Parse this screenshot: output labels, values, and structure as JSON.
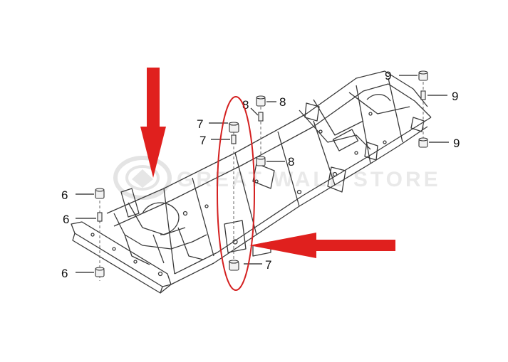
{
  "diagram": {
    "callouts": {
      "c6_top": "6",
      "c6_mid": "6",
      "c6_bot": "6",
      "c7_top": "7",
      "c7_mid": "7",
      "c7_bot": "7",
      "c8_top": "8",
      "c8_top2": "8",
      "c8_mid": "8",
      "c9_top": "9",
      "c9_mid": "9",
      "c9_bot": "9"
    },
    "colors": {
      "arrow": "#e0201e",
      "highlight_ellipse": "#d42020",
      "frame_line": "#3a3a3a",
      "watermark": "#d8d8d8"
    },
    "icons": [
      "vehicle-frame-drawing",
      "red-arrow-down",
      "red-arrow-left",
      "highlight-ellipse",
      "watermark-logo"
    ]
  }
}
